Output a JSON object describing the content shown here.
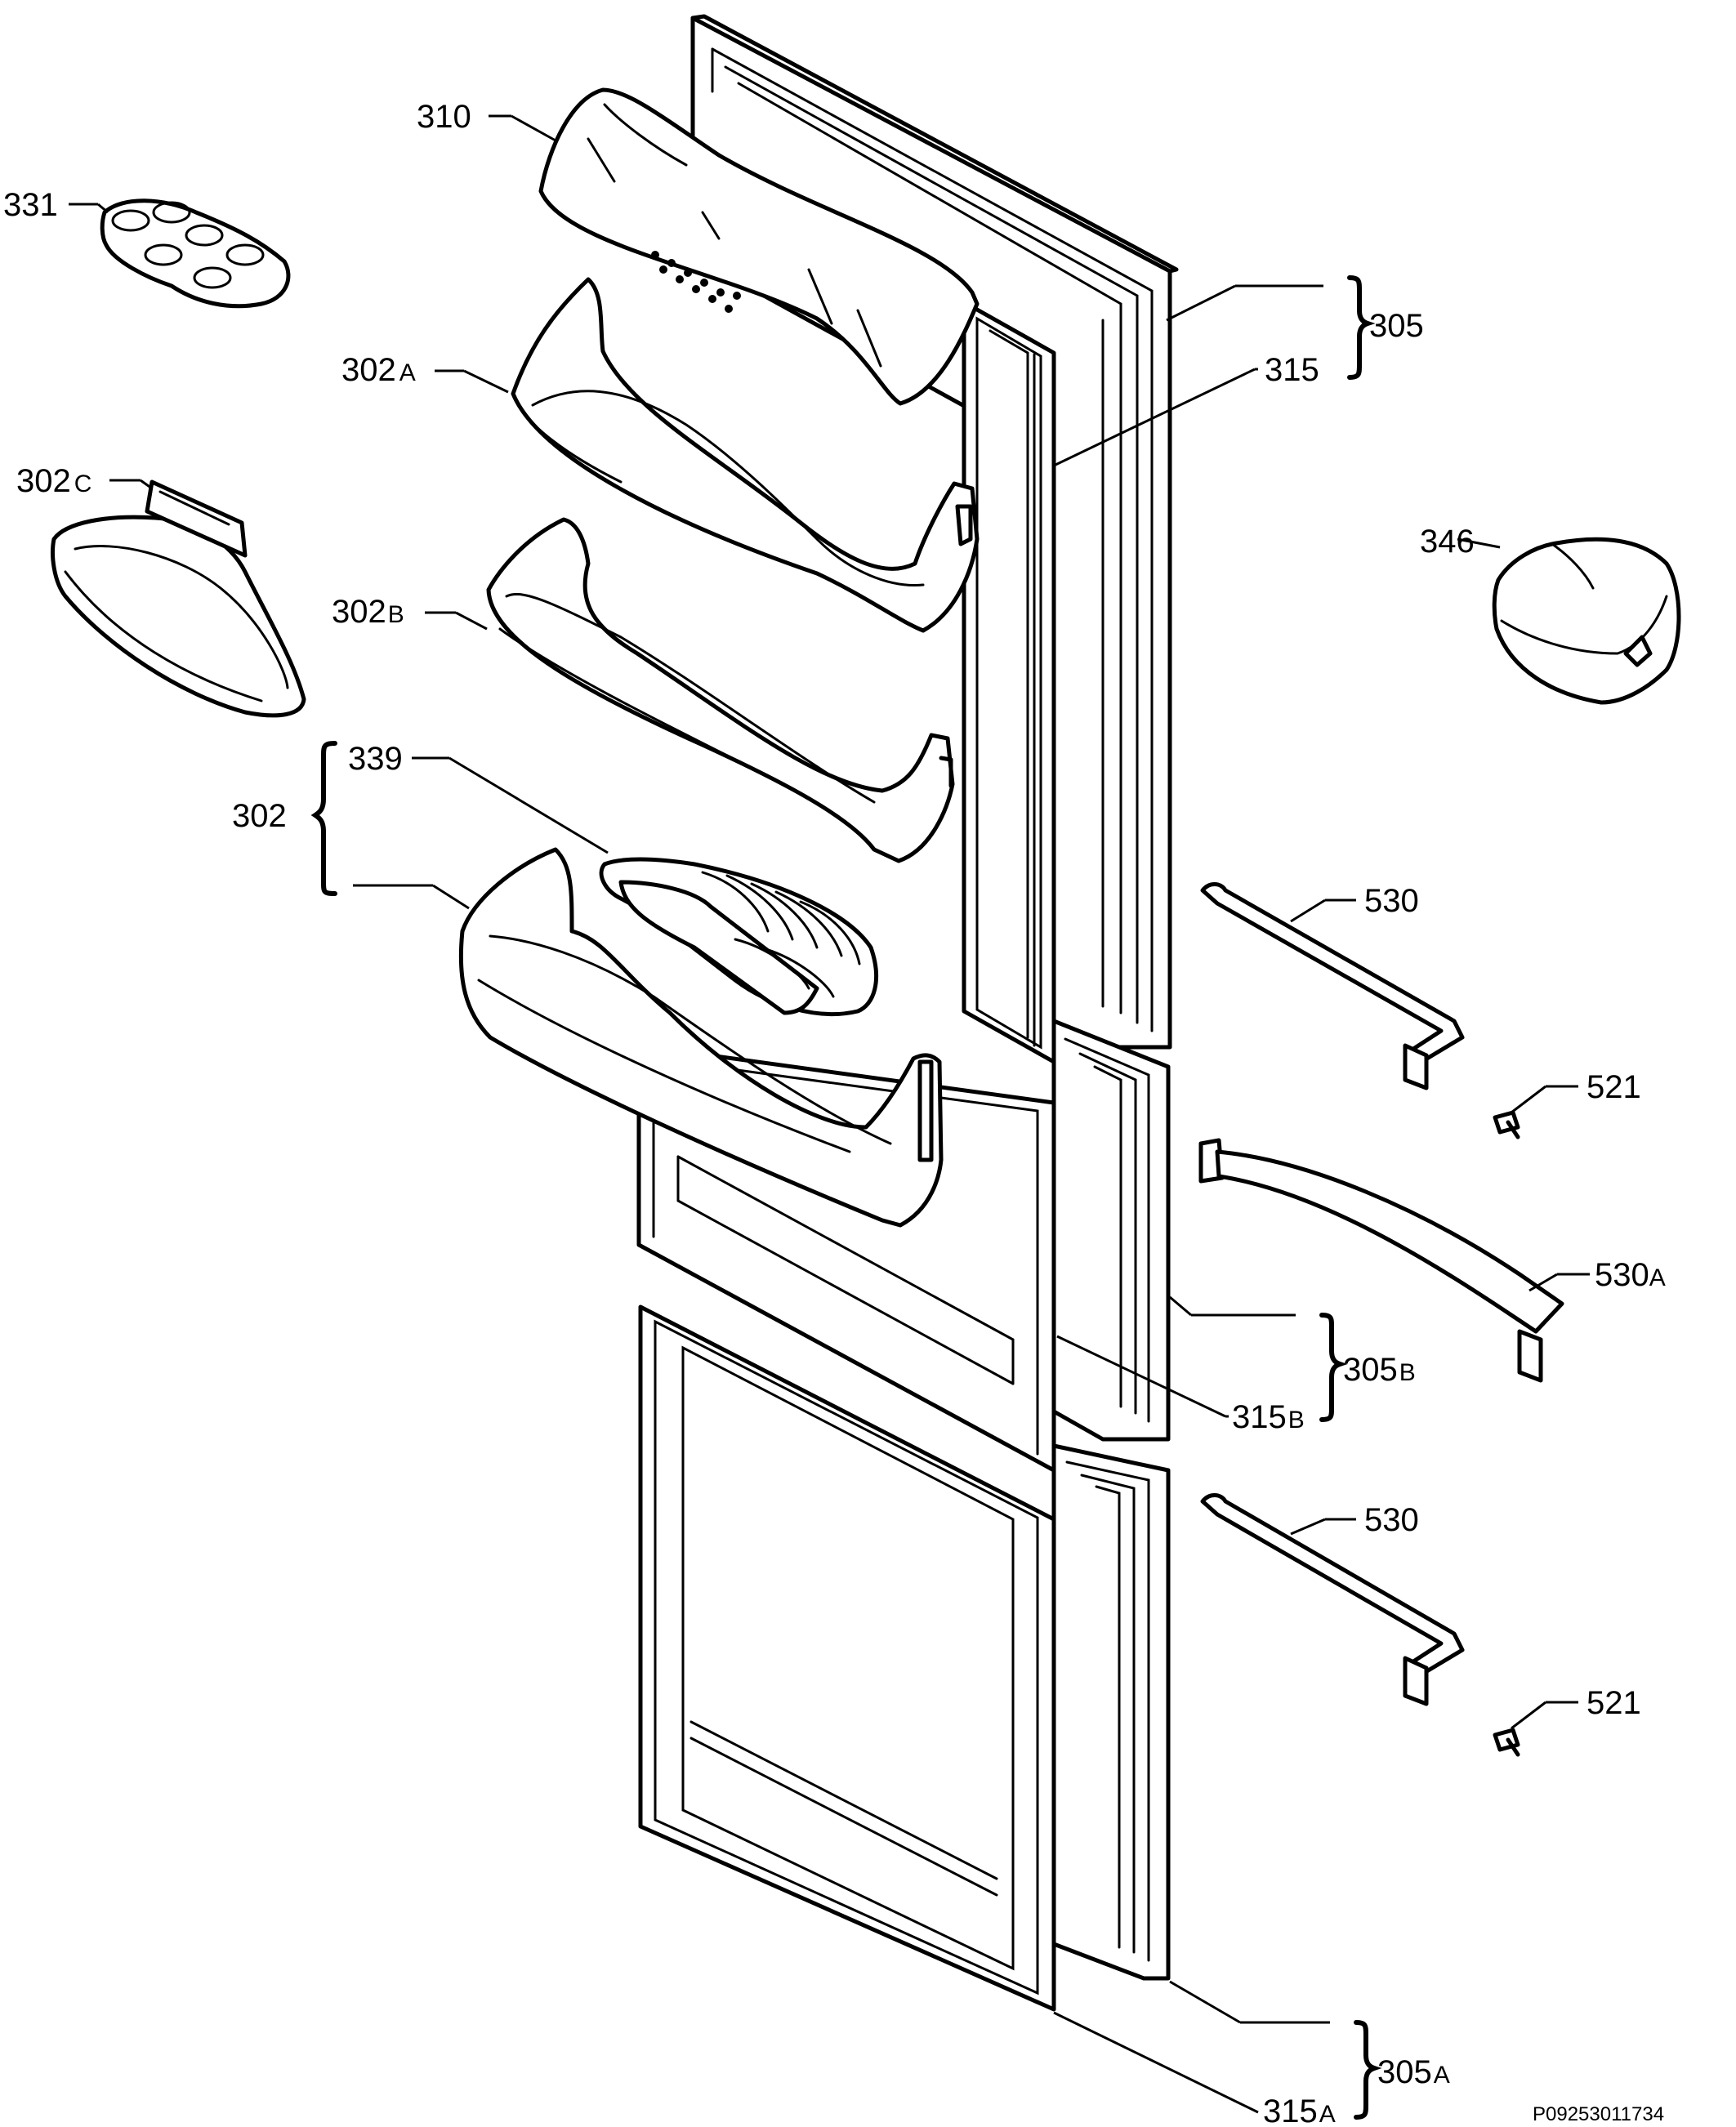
{
  "callouts": {
    "c310": {
      "num": "310",
      "suffix": ""
    },
    "c331": {
      "num": "331",
      "suffix": ""
    },
    "c302a": {
      "num": "302",
      "suffix": "A"
    },
    "c302c": {
      "num": "302",
      "suffix": "C"
    },
    "c302b": {
      "num": "302",
      "suffix": "B"
    },
    "c339": {
      "num": "339",
      "suffix": ""
    },
    "c302": {
      "num": "302",
      "suffix": ""
    },
    "c305": {
      "num": "305",
      "suffix": ""
    },
    "c315": {
      "num": "315",
      "suffix": ""
    },
    "c346": {
      "num": "346",
      "suffix": ""
    },
    "c530_top": {
      "num": "530",
      "suffix": ""
    },
    "c521_top": {
      "num": "521",
      "suffix": ""
    },
    "c530a": {
      "num": "530",
      "suffix": "A"
    },
    "c305b": {
      "num": "305",
      "suffix": "B"
    },
    "c315b": {
      "num": "315",
      "suffix": "B"
    },
    "c530_bottom": {
      "num": "530",
      "suffix": ""
    },
    "c521_bottom": {
      "num": "521",
      "suffix": ""
    },
    "c305a": {
      "num": "305",
      "suffix": "A"
    },
    "c315a": {
      "num": "315",
      "suffix": "A"
    }
  },
  "drawing_code": "P09253011734"
}
